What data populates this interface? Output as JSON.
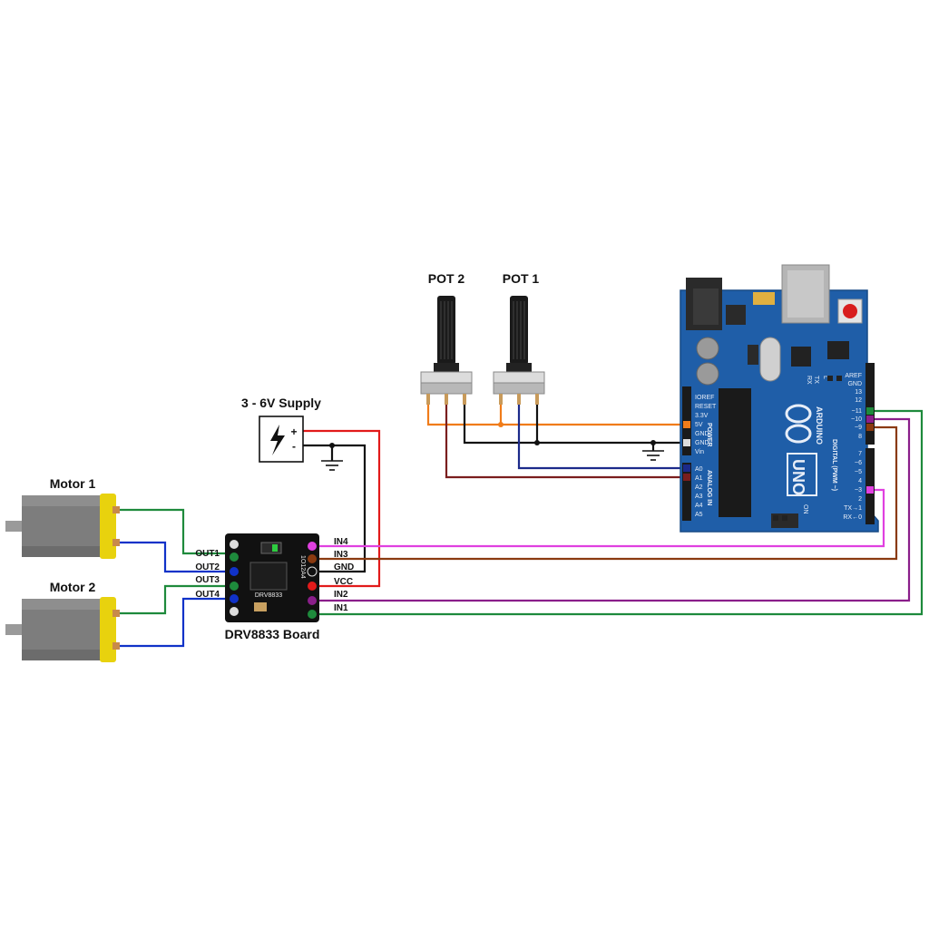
{
  "labels": {
    "pot2": "POT 2",
    "pot1": "POT 1",
    "supply": "3 - 6V Supply",
    "motor1": "Motor 1",
    "motor2": "Motor 2",
    "board": "DRV8833 Board"
  },
  "supply_symbols": {
    "plus": "+",
    "minus": "-"
  },
  "drv_left_pins": [
    "OUT1",
    "OUT2",
    "OUT3",
    "OUT4"
  ],
  "drv_right_pins": [
    "IN4",
    "IN3",
    "GND",
    "VCC",
    "IN2",
    "IN1"
  ],
  "drv_chip_text": "DRV8833",
  "drv_side_text": "1O12A4",
  "arduino": {
    "power_pins": [
      "IOREF",
      "RESET",
      "3.3V",
      "5V",
      "GND",
      "GND",
      "Vin"
    ],
    "analog_pins": [
      "A0",
      "A1",
      "A2",
      "A3",
      "A4",
      "A5"
    ],
    "digital_top_pins": [
      "AREF",
      "GND",
      "13",
      "12",
      "~11",
      "~10",
      "~9",
      "8"
    ],
    "digital_bottom_pins": [
      "7",
      "~6",
      "~5",
      "4",
      "~3",
      "2",
      "TX→1",
      "RX←0"
    ],
    "power_header": "POWER",
    "analog_header": "ANALOG IN",
    "digital_header": "DIGITAL (PWM ~)",
    "brand": "ARDUINO",
    "model": "UNO",
    "on_label": "ON",
    "tx_label": "TX",
    "rx_label": "RX",
    "l_label": "L"
  },
  "colors": {
    "arduino_board": "#1f5ea8",
    "drv_board": "#111111",
    "motor_body": "#7d7d7d",
    "motor_cap": "#e8d20e",
    "wire_red": "#e21a1a",
    "wire_black": "#111111",
    "wire_orange": "#f07c1a",
    "wire_brown": "#7a1e1e",
    "wire_navy": "#1c2a8a",
    "wire_green": "#1e8a3c",
    "wire_blue": "#1032c8",
    "wire_magenta": "#e040e0",
    "wire_purple": "#8a1e8a",
    "wire_sienna": "#8a3a10"
  }
}
